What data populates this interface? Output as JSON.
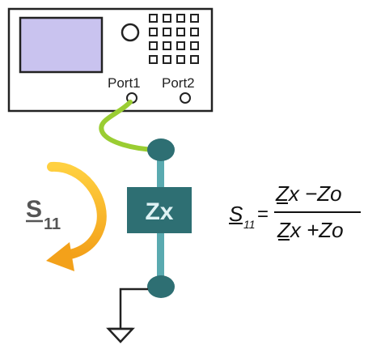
{
  "instrument": {
    "port1_label": "Port1",
    "port2_label": "Port2"
  },
  "dut": {
    "label": "Zx"
  },
  "reflection": {
    "symbol": "S",
    "subscript": "11"
  },
  "formula": {
    "lhs_symbol": "S",
    "lhs_subscript": "11",
    "equals": "=",
    "numerator": "Zx −Zo",
    "denominator": "Zx +Zo"
  },
  "colors": {
    "instrument_outline": "#222222",
    "screen_fill": "#c9c3ef",
    "cable": "#9acd32",
    "teal_dark": "#2e6f73",
    "teal_light": "#5aaab0",
    "arrow_orange": "#f3a11a",
    "arrow_yellow": "#ffd040",
    "text_gray": "#555555",
    "text_dark": "#111111"
  }
}
